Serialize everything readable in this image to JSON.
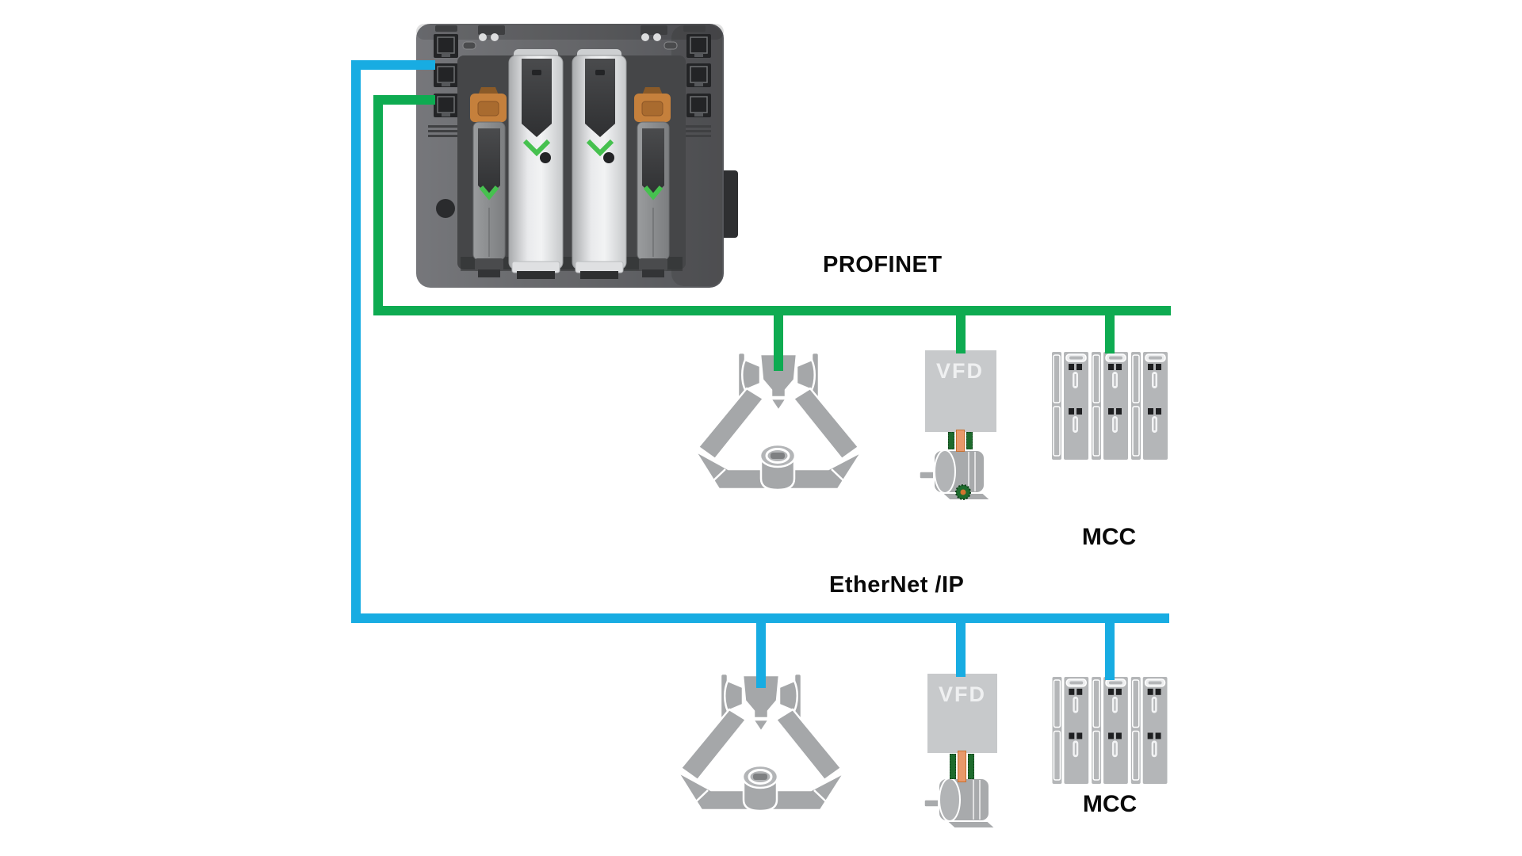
{
  "controller": {
    "name": "modular-plc-controller",
    "module_count": 4,
    "ethernet_ports_per_side": 3,
    "accent_chevron_color": "#46C14F",
    "connector_color": "#C5803C"
  },
  "networks": [
    {
      "id": "profinet",
      "label": "PROFINET",
      "line_color": "#0EAB51",
      "devices": [
        {
          "name": "delta-robot",
          "type": "robot"
        },
        {
          "name": "vfd-drive",
          "type": "drive",
          "label": "VFD"
        },
        {
          "name": "motor",
          "type": "motor"
        },
        {
          "name": "mcc-cabinet",
          "type": "mcc",
          "label": "MCC"
        }
      ]
    },
    {
      "id": "ethernet-ip",
      "label": "EtherNet /IP",
      "line_color": "#18ACE2",
      "devices": [
        {
          "name": "delta-robot",
          "type": "robot"
        },
        {
          "name": "vfd-drive",
          "type": "drive",
          "label": "VFD"
        },
        {
          "name": "motor",
          "type": "motor"
        },
        {
          "name": "mcc-cabinet",
          "type": "mcc",
          "label": "MCC"
        }
      ]
    }
  ],
  "colors": {
    "background": "#FFFFFF",
    "profinet_line": "#0EAB51",
    "ethernet_ip_line": "#18ACE2",
    "device_gray": "#A5A7A9",
    "vfd_box": "#C7C9CB",
    "mcc_gray": "#B4B6B8",
    "label_text": "#0A0A0A"
  }
}
